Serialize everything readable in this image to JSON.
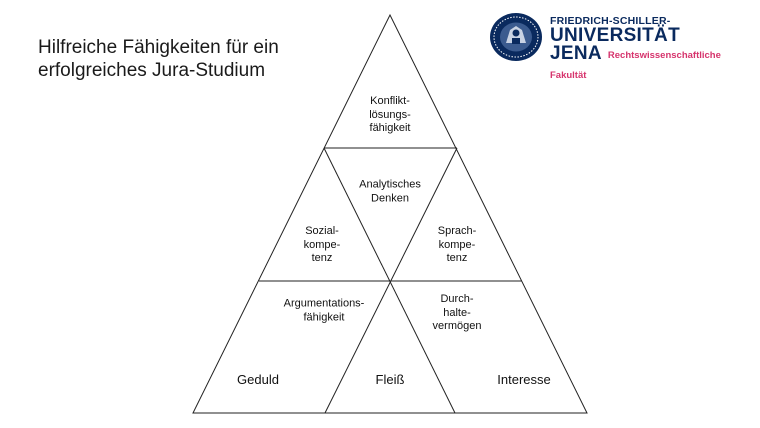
{
  "title": {
    "line1": "Hilfreiche Fähigkeiten für ein",
    "line2": "erfolgreiches Jura-Studium"
  },
  "logo": {
    "line1": "FRIEDRICH-SCHILLER-",
    "line2": "UNIVERSITÄT",
    "line3": "JENA",
    "faculty": "Rechtswissenschaftliche Fakultät",
    "seal_icon": "university-seal-icon",
    "color_primary": "#0a2a5e",
    "color_accent": "#d6336c"
  },
  "pyramid": {
    "top": [
      "Konflikt-",
      "lösungs-",
      "fähigkeit"
    ],
    "middle_center": [
      "Analytisches",
      "Denken"
    ],
    "middle_left": [
      "Sozial-",
      "kompe-",
      "tenz"
    ],
    "middle_right": [
      "Sprach-",
      "kompe-",
      "tenz"
    ],
    "lower_center_left": [
      "Argumentations-",
      "fähigkeit"
    ],
    "lower_center_right": [
      "Durch-",
      "halte-",
      "vermögen"
    ],
    "bottom_left": "Geduld",
    "bottom_center": "Fleiß",
    "bottom_right": "Interesse"
  }
}
